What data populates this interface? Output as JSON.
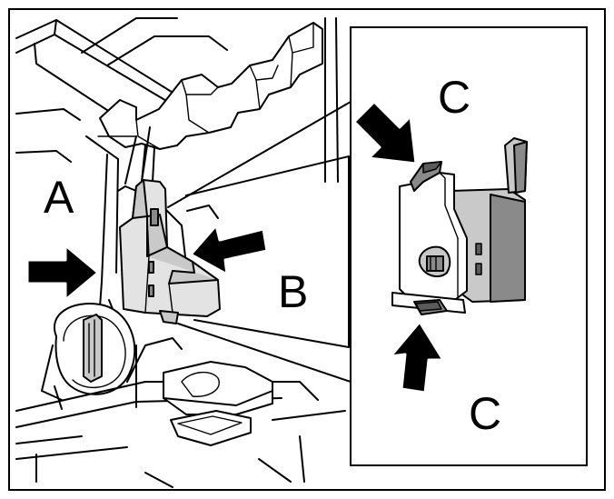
{
  "diagram": {
    "callouts": {
      "a": "A",
      "b": "B",
      "c_top": "C",
      "c_bottom": "C"
    },
    "colors": {
      "line": "#000000",
      "part_grey": "#c9c9c9",
      "part_light_grey": "#e3e3e3",
      "part_dark_grey": "#8a8a8a",
      "background": "#ffffff"
    }
  }
}
